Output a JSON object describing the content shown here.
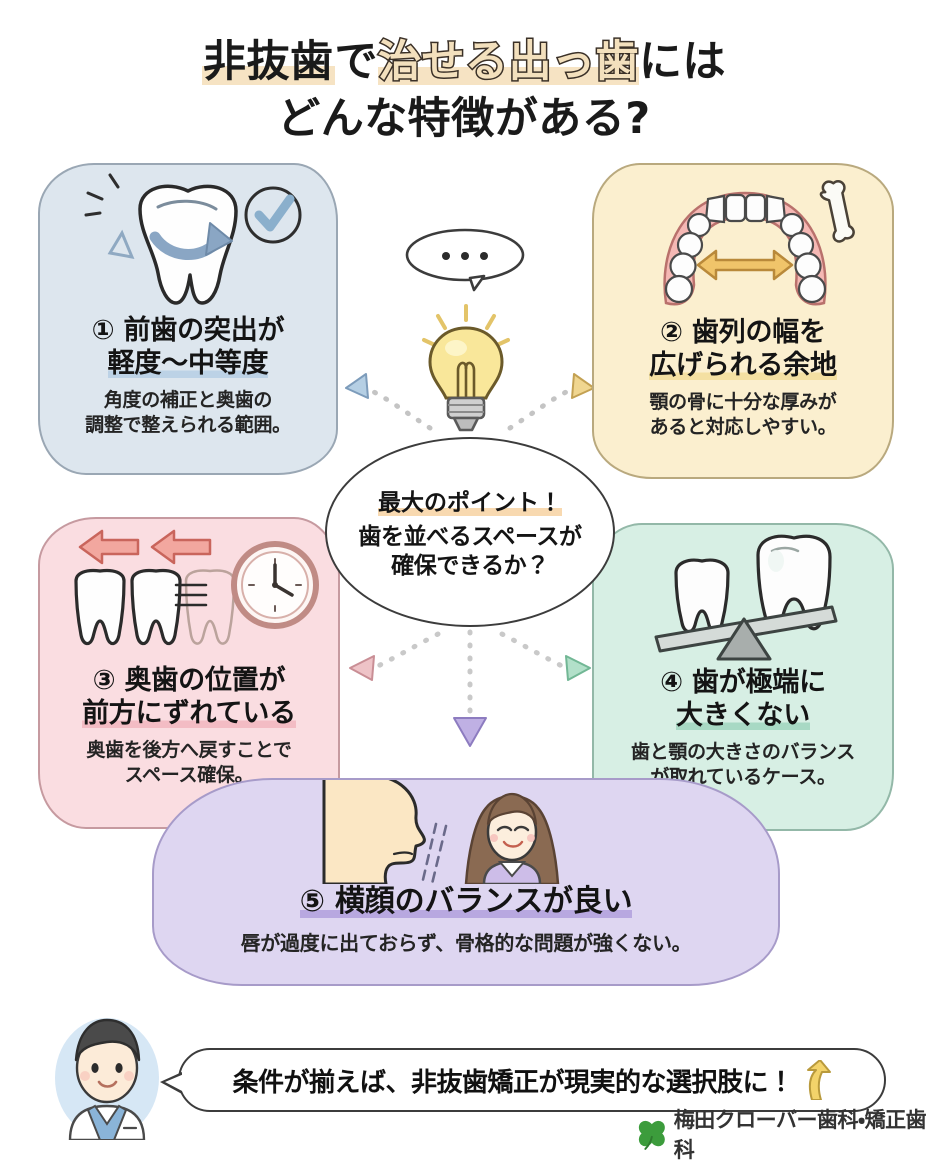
{
  "title": {
    "line1_part1": "非抜歯",
    "line1_part2": "で",
    "line1_part3": "治せる出っ歯",
    "line1_part4": "には",
    "line2": "どんな特徴がある?"
  },
  "center": {
    "bubble_dots": "...",
    "headline": "最大のポイント！",
    "question": "歯を並べるスペースが\n確保できるか？"
  },
  "cards": [
    {
      "number": "①",
      "heading_line1": "① 前歯の突出が",
      "heading_line2": "軽度〜中等度",
      "sub": "角度の補正と奥歯の\n調整で整えられる範囲。",
      "bg_color": "#dde6ee",
      "highlight_color": "#bcd2e6",
      "art": "tooth-with-arrow-and-check"
    },
    {
      "number": "②",
      "heading_line1": "② 歯列の幅を",
      "heading_line2": "広げられる余地",
      "sub": "顎の骨に十分な厚みが\nあると対応しやすい。",
      "bg_color": "#fbefcf",
      "highlight_color": "#f4e0a2",
      "art": "dental-arch-with-bone"
    },
    {
      "number": "③",
      "heading_line1": "③ 奥歯の位置が",
      "heading_line2": "前方にずれている",
      "sub": "奥歯を後方へ戻すことで\nスペース確保。",
      "bg_color": "#fadde1",
      "highlight_color": "#f3bcc4",
      "art": "molars-with-arrows-and-clock"
    },
    {
      "number": "④",
      "heading_line1": "④ 歯が極端に",
      "heading_line2": "大きくない",
      "sub": "歯と顎の大きさのバランス\nが取れているケース。",
      "bg_color": "#d7efe4",
      "highlight_color": "#a8d9c4",
      "art": "seesaw-balance-teeth"
    },
    {
      "number": "⑤",
      "heading_line1": "⑤ 横顔のバランスが良い",
      "heading_line2": "",
      "sub": "唇が過度に出ておらず、骨格的な問題が強くない。",
      "bg_color": "#ded6f1",
      "highlight_color": "#b8a8e0",
      "art": "side-profile-and-woman"
    }
  ],
  "arrows": [
    {
      "name": "arrow-to-card-1",
      "color": "#9dbdd9",
      "direction": "upper-left"
    },
    {
      "name": "arrow-to-card-2",
      "color": "#d9b666",
      "direction": "upper-right"
    },
    {
      "name": "arrow-to-card-3",
      "color": "#dba4a8",
      "direction": "lower-left"
    },
    {
      "name": "arrow-to-card-4",
      "color": "#8cc9ab",
      "direction": "lower-right"
    },
    {
      "name": "arrow-to-card-5",
      "color": "#a79bd6",
      "direction": "down"
    }
  ],
  "footer": {
    "message": "条件が揃えば、非抜歯矯正が現実的な選択肢に！",
    "arrow_icon": "up-right-arrow",
    "logo_text": "梅田クローバー歯科・矯正歯科",
    "logo_icon": "four-leaf-clover",
    "logo_color": "#3c9c3c"
  }
}
